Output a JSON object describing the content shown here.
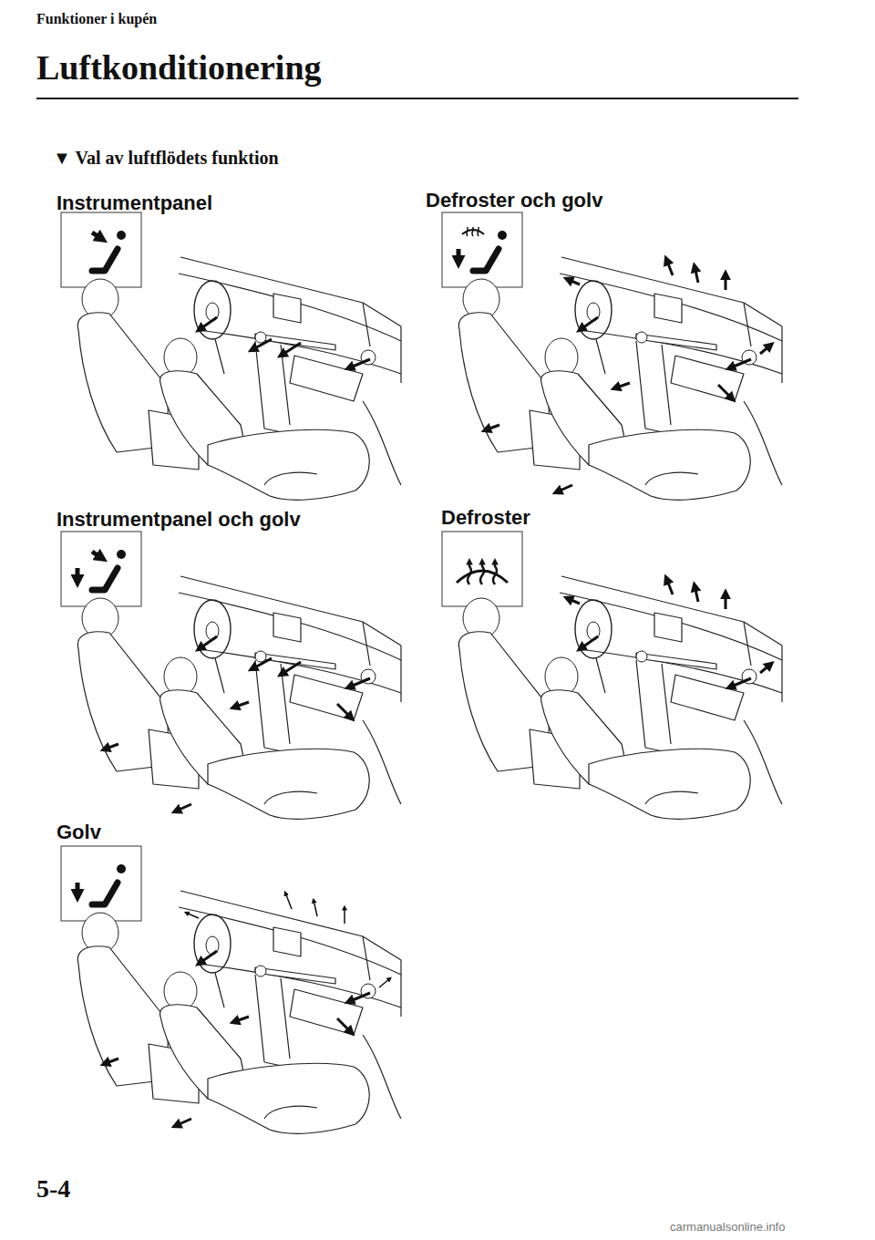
{
  "diagram": {
    "title": "Luftkonditionering",
    "labels": [
      "Funktioner i kupén",
      "▼ Val av luftflödets funktion",
      "Instrumentpanel",
      "Defroster och golv",
      "Instrumentpanel och golv",
      "Defroster",
      "Golv",
      "5-4",
      "carmanualsonline.info"
    ]
  }
}
